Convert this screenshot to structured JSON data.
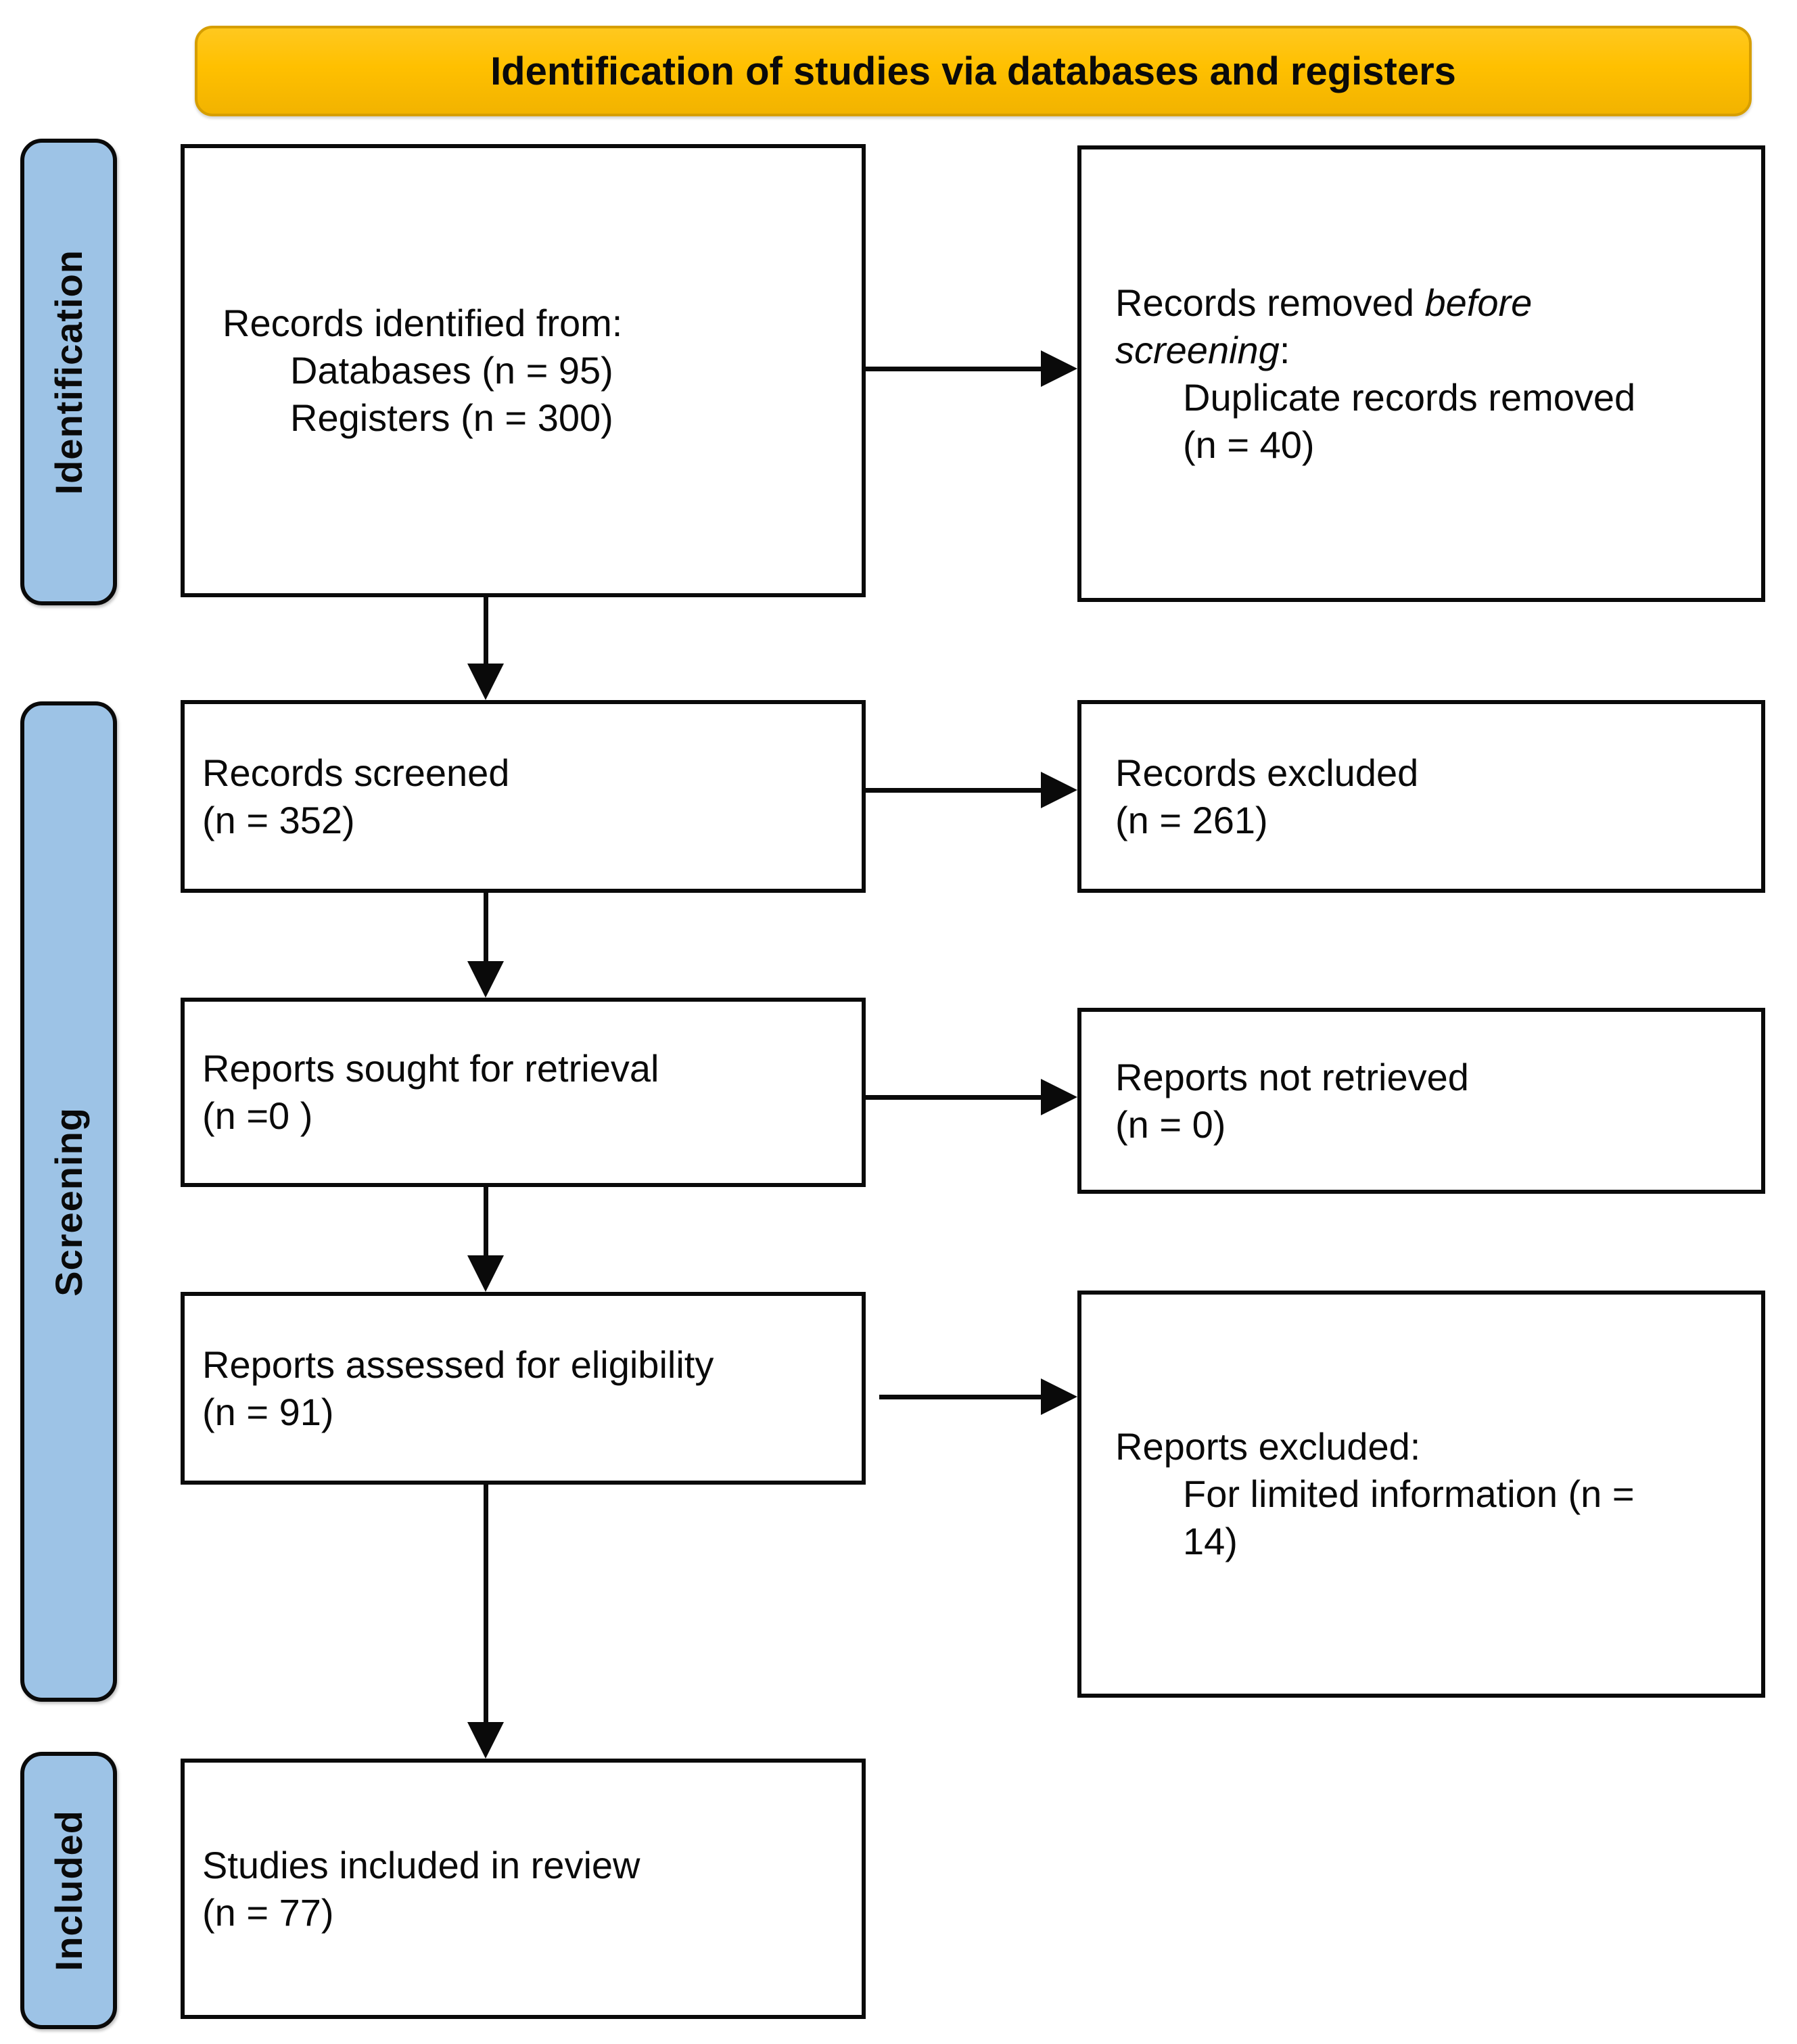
{
  "banner": {
    "title": "Identification of studies via databases and registers"
  },
  "stages": [
    {
      "label": "Identification"
    },
    {
      "label": "Screening"
    },
    {
      "label": "Included"
    }
  ],
  "boxes": {
    "records_identified": {
      "line1": "Records identified from:",
      "indent1": "Databases (n = 95)",
      "indent2": "Registers (n = 300)"
    },
    "records_removed": {
      "line1_prefix": "Records removed ",
      "line1_italic": "before",
      "line2_italic": "screening",
      "line2_suffix": ":",
      "indent1": "Duplicate records removed",
      "indent2": "(n = 40)"
    },
    "records_screened": {
      "line1": "Records screened",
      "line2": "(n = 352)"
    },
    "records_excluded": {
      "line1": "Records excluded",
      "line2": "(n = 261)"
    },
    "reports_sought": {
      "line1": "Reports sought for retrieval",
      "line2": "(n =0 )"
    },
    "reports_not_retrieved": {
      "line1": "Reports not retrieved",
      "line2": "(n = 0)"
    },
    "reports_assessed": {
      "line1": "Reports assessed for eligibility",
      "line2": "(n = 91)"
    },
    "reports_excluded": {
      "line1": "Reports excluded:",
      "indent1": "For limited information (n =",
      "indent2": "14)"
    },
    "studies_included": {
      "line1": "Studies included in review",
      "line2": "(n = 77)"
    }
  },
  "colors": {
    "banner_bg": "#FFC000",
    "stage_label_bg": "#9DC3E6",
    "box_border": "#000000",
    "arrow": "#000000",
    "background": "#FFFFFF"
  }
}
